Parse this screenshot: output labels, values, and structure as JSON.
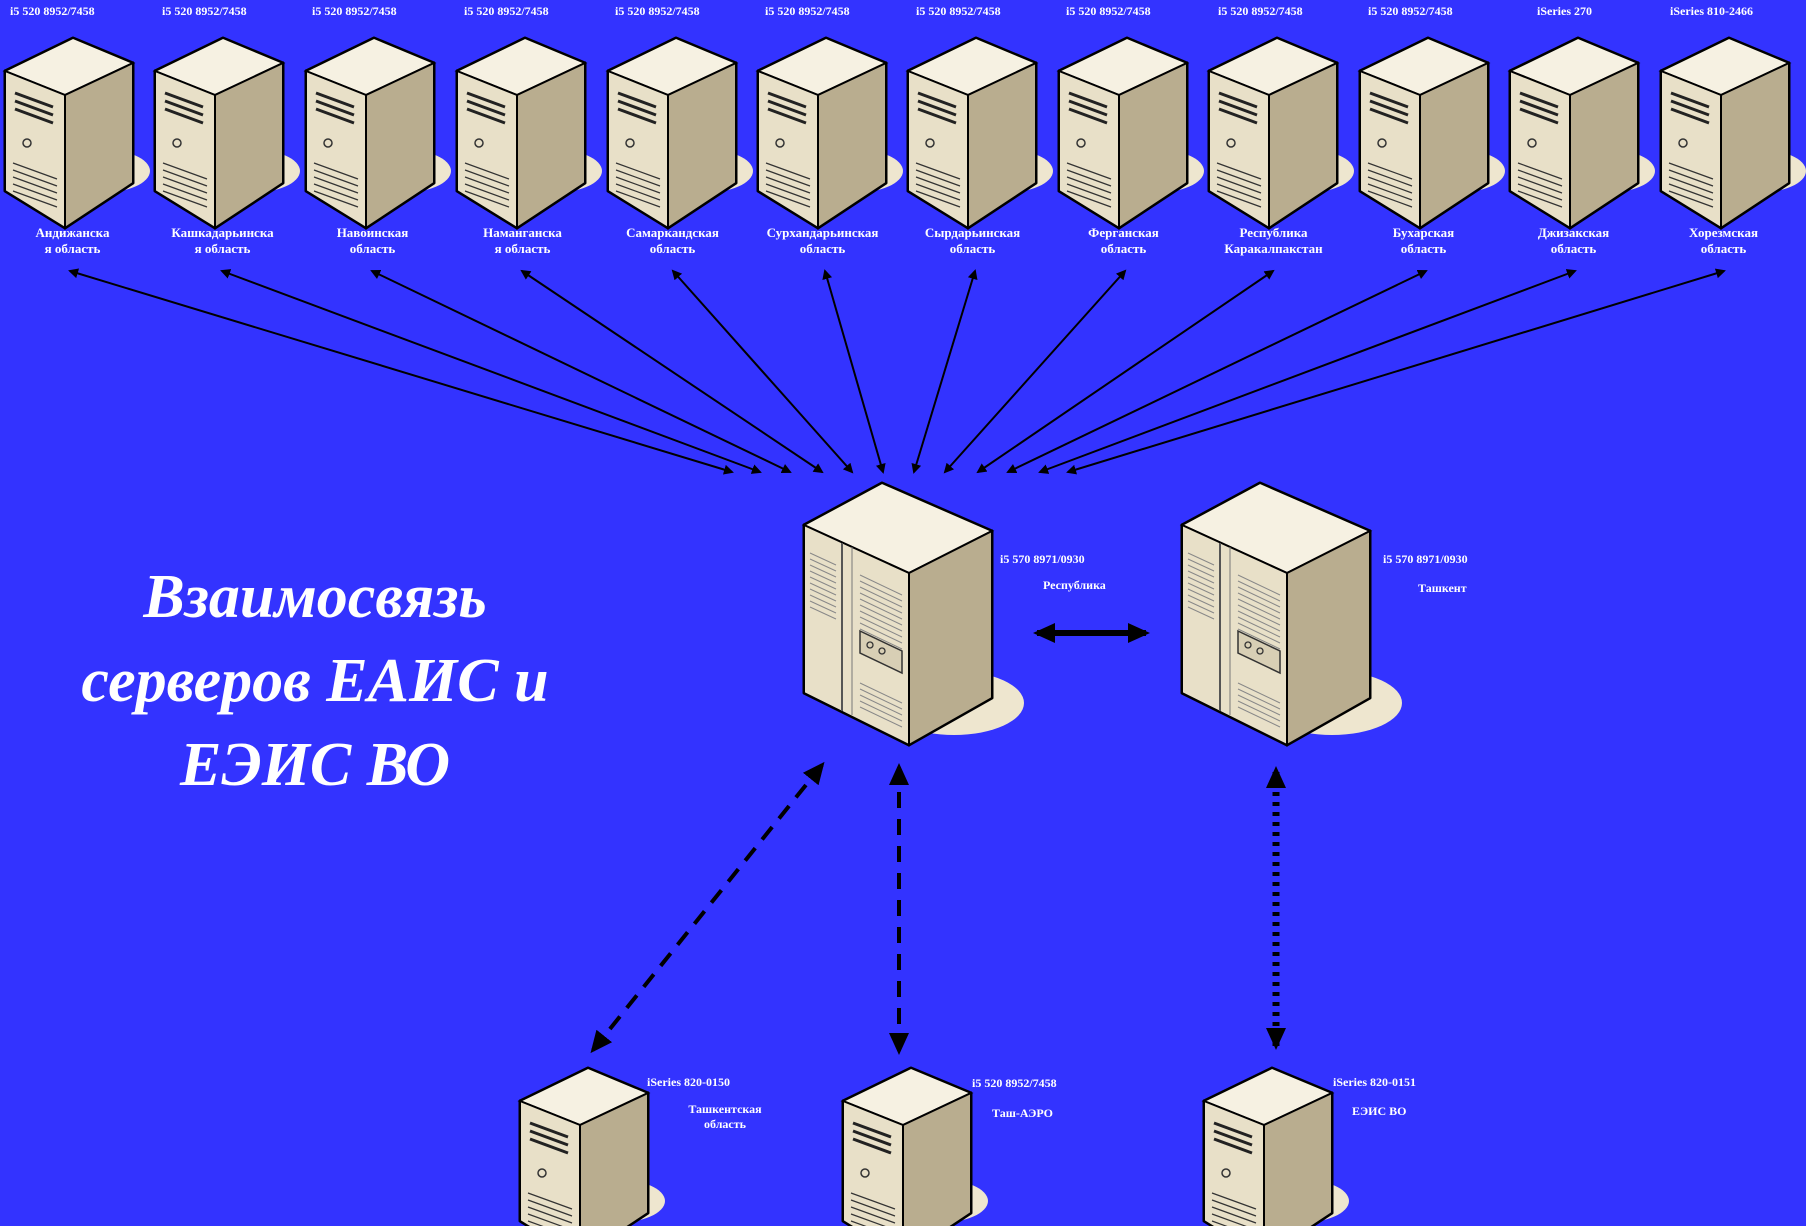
{
  "title": {
    "line1": "Взаимосвязь",
    "line2": "серверов ЕАИС и",
    "line3": "ЕЭИС ВО"
  },
  "regional_servers": [
    {
      "model": "i5 520 8952/7458",
      "region_l1": "Андижанска",
      "region_l2": "я область"
    },
    {
      "model": "i5 520 8952/7458",
      "region_l1": "Кашкадарьинска",
      "region_l2": "я область"
    },
    {
      "model": "i5 520 8952/7458",
      "region_l1": "Навоинская",
      "region_l2": "область"
    },
    {
      "model": "i5 520 8952/7458",
      "region_l1": "Наманганска",
      "region_l2": "я область"
    },
    {
      "model": "i5 520 8952/7458",
      "region_l1": "Самаркандская",
      "region_l2": "область"
    },
    {
      "model": "i5 520 8952/7458",
      "region_l1": "Сурхандарьинская",
      "region_l2": "область"
    },
    {
      "model": "i5 520 8952/7458",
      "region_l1": "Сырдарьинская",
      "region_l2": "область"
    },
    {
      "model": "i5 520 8952/7458",
      "region_l1": "Ферганская",
      "region_l2": "область"
    },
    {
      "model": "i5 520 8952/7458",
      "region_l1": "Республика",
      "region_l2": "Каракалпакстан"
    },
    {
      "model": "i5 520 8952/7458",
      "region_l1": "Бухарская",
      "region_l2": "область"
    },
    {
      "model": "iSeries 270",
      "region_l1": "Джизакская",
      "region_l2": "область"
    },
    {
      "model": "iSeries 810-2466",
      "region_l1": "Хорезмская",
      "region_l2": "область"
    }
  ],
  "central_servers": [
    {
      "model": "i5 570 8971/0930",
      "name": "Республика"
    },
    {
      "model": "i5 570 8971/0930",
      "name": "Ташкент"
    }
  ],
  "bottom_servers": [
    {
      "model": "iSeries 820-0150",
      "name_l1": "Ташкентская",
      "name_l2": "область"
    },
    {
      "model": "i5 520 8952/7458",
      "name_l1": "Таш-АЭРО",
      "name_l2": ""
    },
    {
      "model": "iSeries 820-0151",
      "name_l1": "ЕЭИС ВО",
      "name_l2": ""
    }
  ],
  "colors": {
    "background": "#3333ff",
    "server_front": "#e8e0c8",
    "server_side": "#b9ad8f",
    "server_top": "#f6f1e2",
    "connector": "#000000",
    "text": "#ffffff"
  },
  "icons": {
    "regional_server": "tower-server-icon",
    "central_server": "large-server-icon",
    "connector": "bidirectional-arrow"
  }
}
